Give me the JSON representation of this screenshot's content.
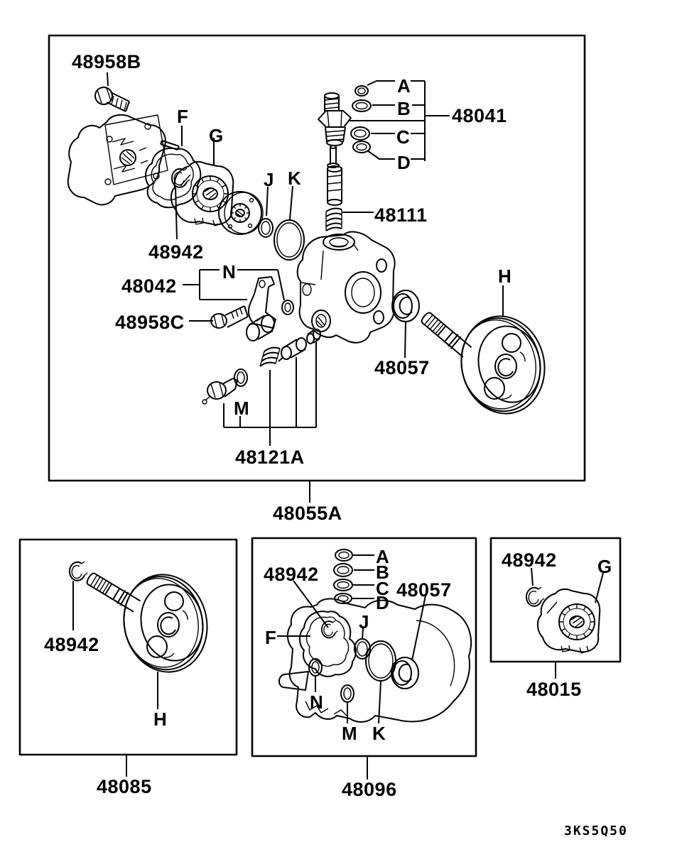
{
  "page": {
    "code": "3KS5Q50"
  },
  "assembly_box": {
    "label": "48055A",
    "callouts": {
      "bolt_top": "48958B",
      "gasket": "F",
      "cam_ring": "G",
      "oring_j": "J",
      "oring_k": "K",
      "connector": "48041",
      "connector_rings": [
        "A",
        "B",
        "C",
        "D"
      ],
      "flow_valve_spring": "48111",
      "snap_ring": "48942",
      "bracket_assy": "48042",
      "bracket": "N",
      "bolt_side": "48958C",
      "valve_oring": "M",
      "valve_kit": "48121A",
      "bushing": "48057",
      "pulley": "H"
    }
  },
  "pulley_box": {
    "label": "48085",
    "callouts": {
      "snap_ring": "48942",
      "pulley": "H"
    }
  },
  "seal_kit_box": {
    "label": "48096",
    "callouts": {
      "rings": [
        "A",
        "B",
        "C",
        "D"
      ],
      "snap_ring": "48942",
      "bushing": "48057",
      "gasket": "F",
      "oring_j": "J",
      "oring_n": "N",
      "oring_m": "M",
      "oring_k": "K"
    }
  },
  "rotor_box": {
    "label": "48015",
    "callouts": {
      "snap_ring": "48942",
      "cam_ring": "G"
    }
  }
}
